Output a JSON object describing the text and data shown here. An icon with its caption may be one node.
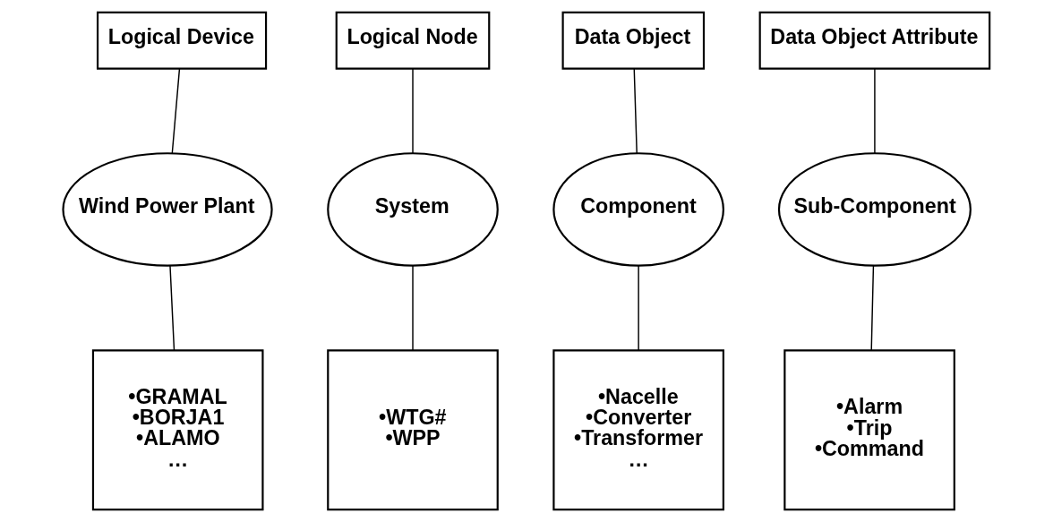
{
  "diagram": {
    "nodes": [
      {
        "text": [
          "Logical Device"
        ]
      },
      {
        "text": [
          "Logical Node"
        ]
      },
      {
        "text": [
          "Data Object"
        ]
      },
      {
        "text": [
          "Data Object Attribute"
        ]
      },
      {
        "text": [
          "Wind Power Plant"
        ]
      },
      {
        "text": [
          "System"
        ]
      },
      {
        "text": [
          "Component"
        ]
      },
      {
        "text": [
          "Sub-Component"
        ]
      },
      {
        "text": [
          "•GRAMAL",
          "•BORJA1",
          "•ALAMO",
          "…"
        ]
      },
      {
        "text": [
          "•WTG#",
          "•WPP"
        ]
      },
      {
        "text": [
          "•Nacelle",
          "•Converter",
          "•Transformer",
          "…"
        ]
      },
      {
        "text": [
          "•Alarm",
          "•Trip",
          "•Command"
        ]
      }
    ],
    "edges": [
      {
        "from": 0,
        "to": 4,
        "arrow": "none"
      },
      {
        "from": 1,
        "to": 5,
        "arrow": "none"
      },
      {
        "from": 2,
        "to": 6,
        "arrow": "none"
      },
      {
        "from": 3,
        "to": 7,
        "arrow": "none"
      },
      {
        "from": 4,
        "to": 8,
        "arrow": "none"
      },
      {
        "from": 5,
        "to": 9,
        "arrow": "none"
      },
      {
        "from": 6,
        "to": 10,
        "arrow": "none"
      },
      {
        "from": 7,
        "to": 11,
        "arrow": "none"
      }
    ]
  }
}
